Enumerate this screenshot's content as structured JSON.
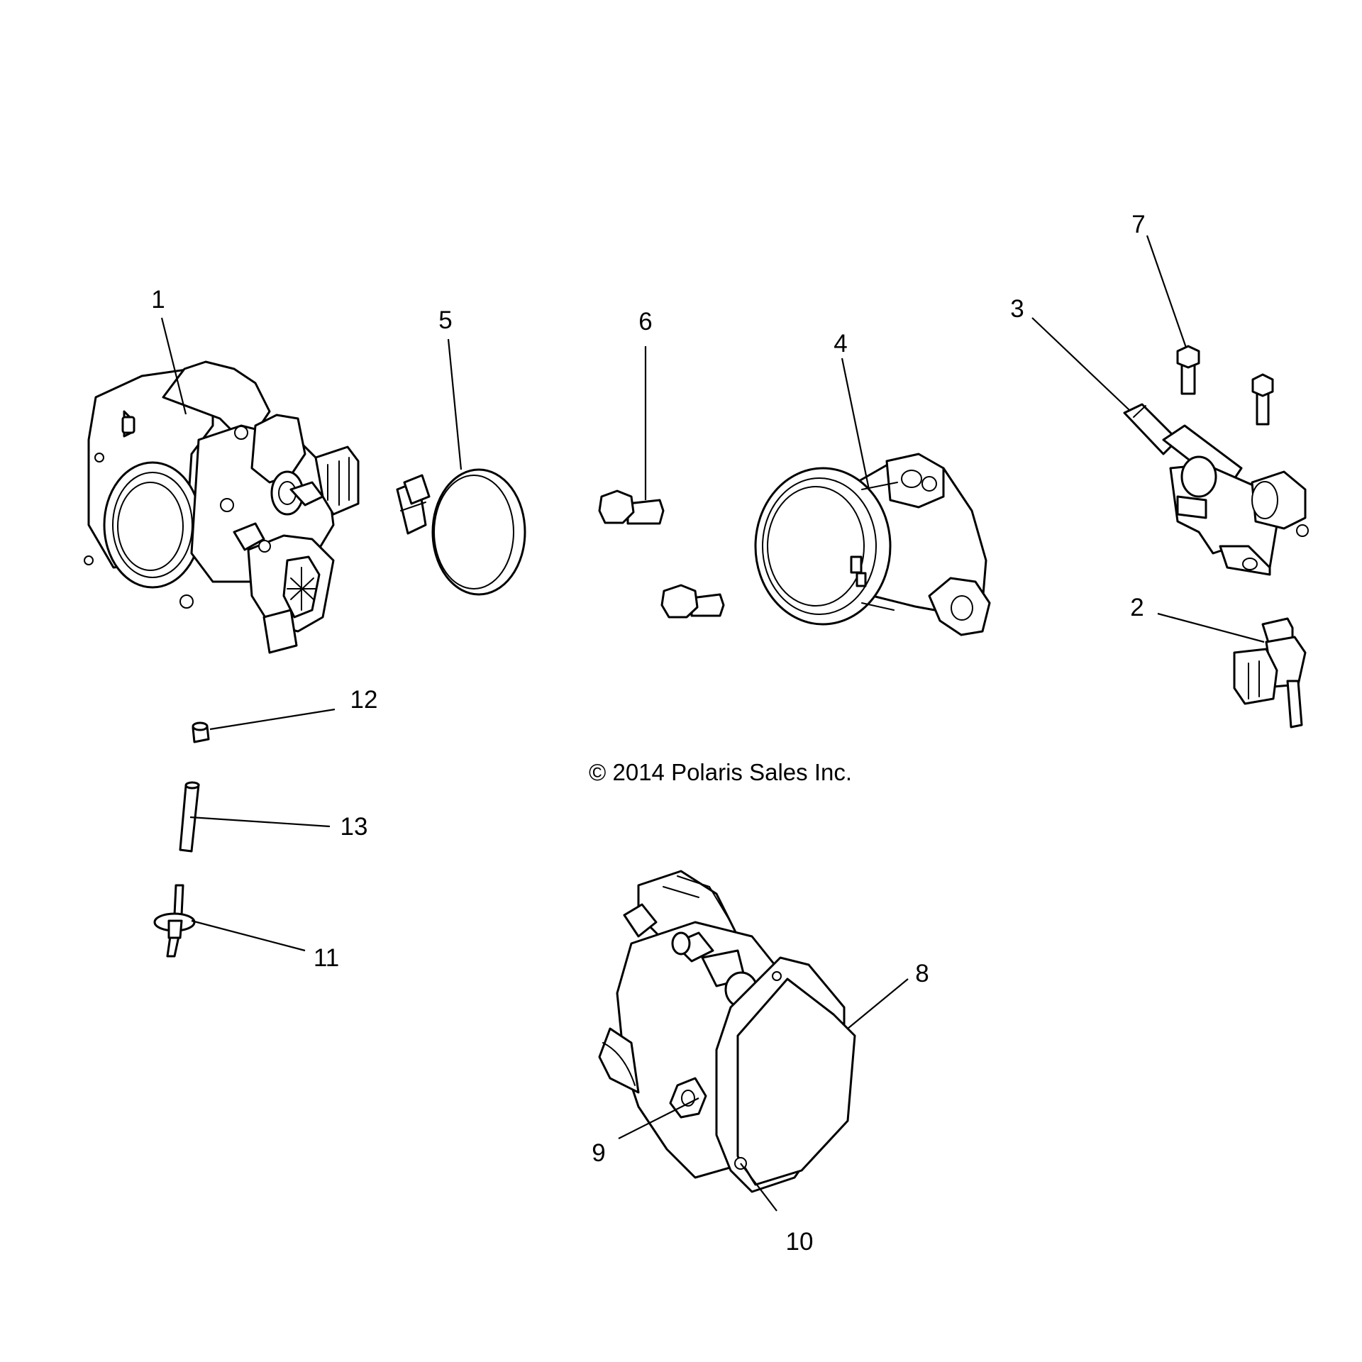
{
  "copyright": "© 2014 Polaris Sales Inc.",
  "callouts": {
    "c1": "1",
    "c2": "2",
    "c3": "3",
    "c4": "4",
    "c5": "5",
    "c6": "6",
    "c7": "7",
    "c8": "8",
    "c9": "9",
    "c10": "10",
    "c11": "11",
    "c12": "12",
    "c13": "13"
  }
}
